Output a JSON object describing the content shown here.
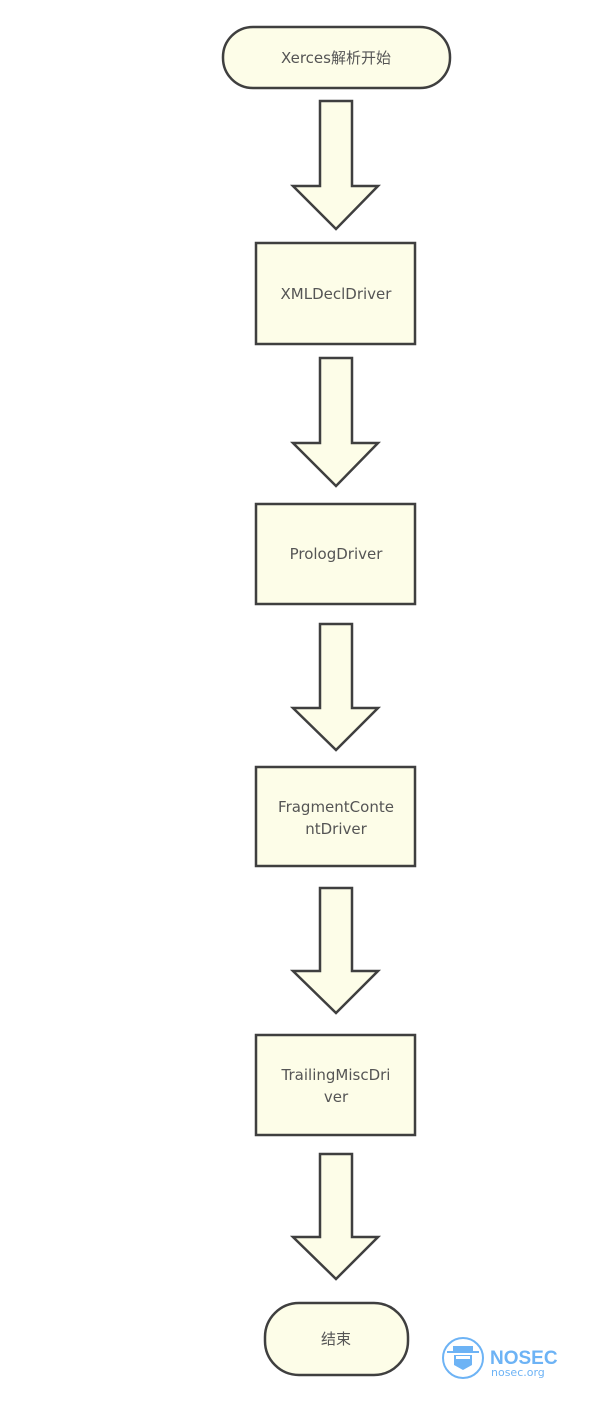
{
  "nodes": [
    {
      "id": "start",
      "shape": "terminal",
      "lines": [
        "Xerces解析开始"
      ]
    },
    {
      "id": "xmldecl",
      "shape": "process",
      "lines": [
        "XMLDeclDriver"
      ]
    },
    {
      "id": "prolog",
      "shape": "process",
      "lines": [
        "PrologDriver"
      ]
    },
    {
      "id": "fragment",
      "shape": "process",
      "lines": [
        "FragmentConte",
        "ntDriver"
      ]
    },
    {
      "id": "trailing",
      "shape": "process",
      "lines": [
        "TrailingMiscDri",
        "ver"
      ]
    },
    {
      "id": "end",
      "shape": "terminal",
      "lines": [
        "结束"
      ]
    }
  ],
  "edges": [
    [
      "start",
      "xmldecl"
    ],
    [
      "xmldecl",
      "prolog"
    ],
    [
      "prolog",
      "fragment"
    ],
    [
      "fragment",
      "trailing"
    ],
    [
      "trailing",
      "end"
    ]
  ],
  "watermark": {
    "brand": "NOSEC",
    "domain": "nosec.org",
    "color": "#6db3f5"
  }
}
